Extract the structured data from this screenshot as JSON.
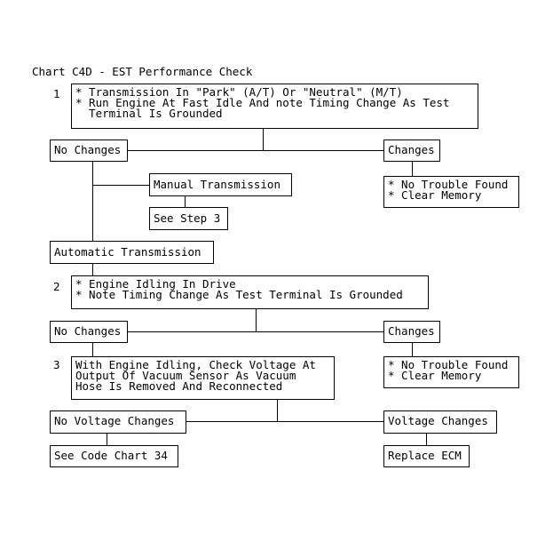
{
  "title": "Chart C4D - EST Performance Check",
  "steps": {
    "step1_num": "1",
    "step2_num": "2",
    "step3_num": "3"
  },
  "boxes": {
    "step1": [
      "* Transmission In \"Park\" (A/T) Or \"Neutral\" (M/T)",
      "* Run Engine At Fast Idle And note Timing Change As Test",
      "  Terminal Is Grounded"
    ],
    "no_changes_1": "No Changes",
    "changes_1": "Changes",
    "manual_transmission": "Manual Transmission",
    "see_step_3": "See Step 3",
    "no_trouble_1": [
      "* No Trouble Found",
      "* Clear Memory"
    ],
    "automatic_transmission": "Automatic Transmission",
    "step2": [
      "* Engine Idling In Drive",
      "* Note Timing Change As Test Terminal Is Grounded"
    ],
    "no_changes_2": "No Changes",
    "changes_2": "Changes",
    "step3": [
      "With Engine Idling, Check Voltage At",
      "Output Of Vacuum Sensor As Vacuum",
      "Hose Is Removed And Reconnected"
    ],
    "no_trouble_2": [
      "* No Trouble Found",
      "* Clear Memory"
    ],
    "no_voltage_changes": "No Voltage Changes",
    "voltage_changes": "Voltage Changes",
    "see_code_chart": "See Code Chart 34",
    "replace_ecm": "Replace ECM"
  }
}
